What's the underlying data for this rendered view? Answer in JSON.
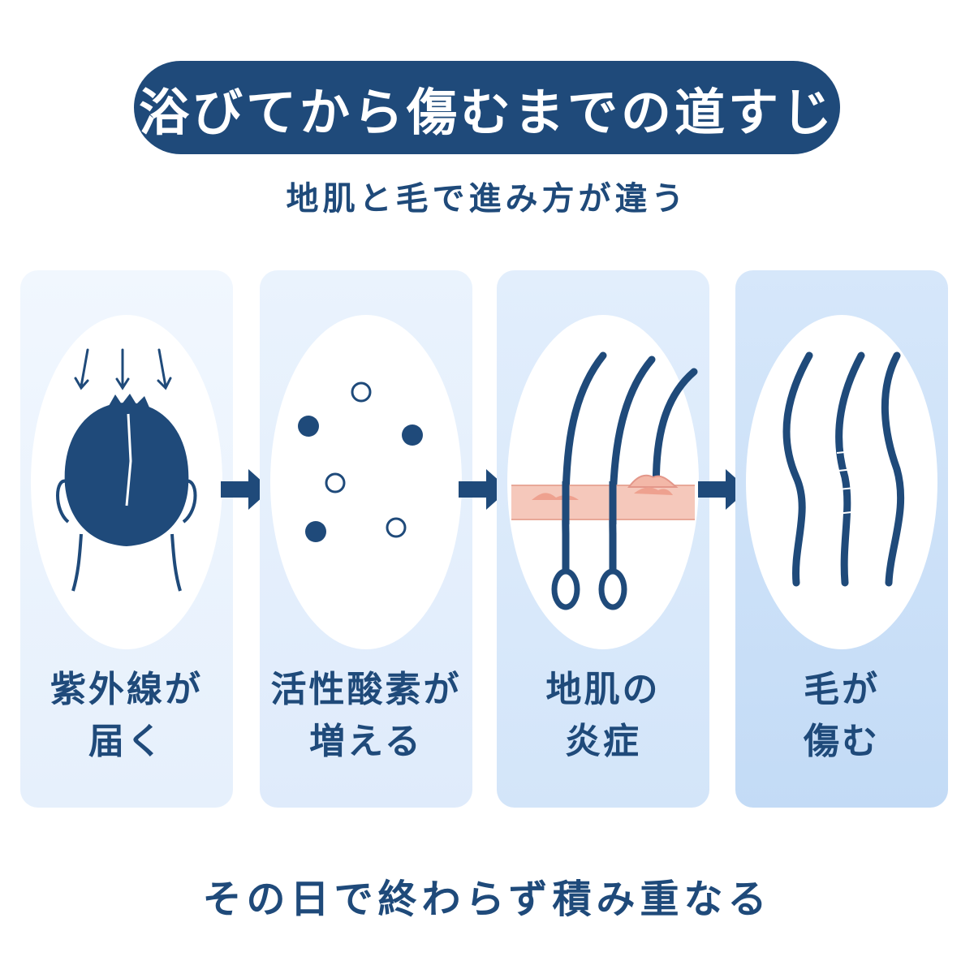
{
  "header": {
    "title": "浴びてから傷むまでの道すじ",
    "subtitle": "地肌と毛で進み方が違う"
  },
  "steps": [
    {
      "line1": "紫外線が",
      "line2": "届く",
      "icon": "head-with-uv-arrows-icon"
    },
    {
      "line1": "活性酸素が",
      "line2": "増える",
      "icon": "free-radical-dots-icon"
    },
    {
      "line1": "地肌の",
      "line2": "炎症",
      "icon": "scalp-inflammation-icon"
    },
    {
      "line1": "毛が",
      "line2": "傷む",
      "icon": "damaged-hair-icon"
    }
  ],
  "footer": {
    "text": "その日で終わらず積み重なる"
  },
  "colors": {
    "navy": "#1f4a7a",
    "skin": "#f5c8bb",
    "white": "#ffffff"
  }
}
